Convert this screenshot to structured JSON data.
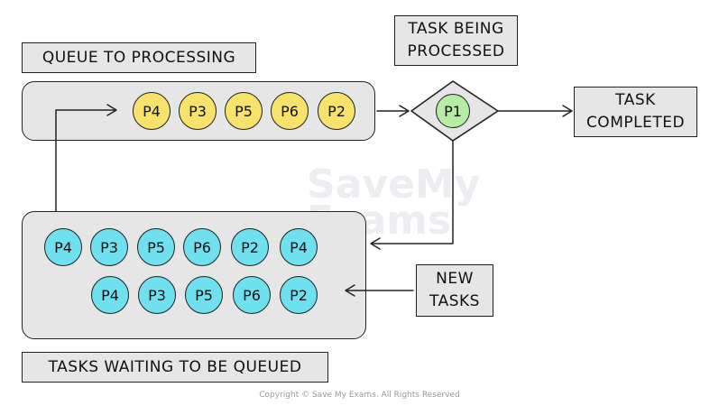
{
  "labels": {
    "queue": "QUEUE TO PROCESSING",
    "being_processed": "TASK BEING\nPROCESSED",
    "completed": "TASK\nCOMPLETED",
    "new_tasks": "NEW\nTASKS",
    "waiting": "TASKS WAITING TO BE QUEUED"
  },
  "queue_tasks": [
    "P4",
    "P3",
    "P5",
    "P6",
    "P2"
  ],
  "processing_task": "P1",
  "waiting_row1": [
    "P4",
    "P3",
    "P5",
    "P6",
    "P2",
    "P4"
  ],
  "waiting_row2": [
    "P4",
    "P3",
    "P5",
    "P6",
    "P2"
  ],
  "watermark": "SaveMy\nExams",
  "copyright": "Copyright © Save My Exams. All Rights Reserved",
  "colors": {
    "queue": "#f7e36b",
    "waiting": "#6ee0ee",
    "processing": "#b5eda4",
    "panel": "#e6e6e6"
  }
}
